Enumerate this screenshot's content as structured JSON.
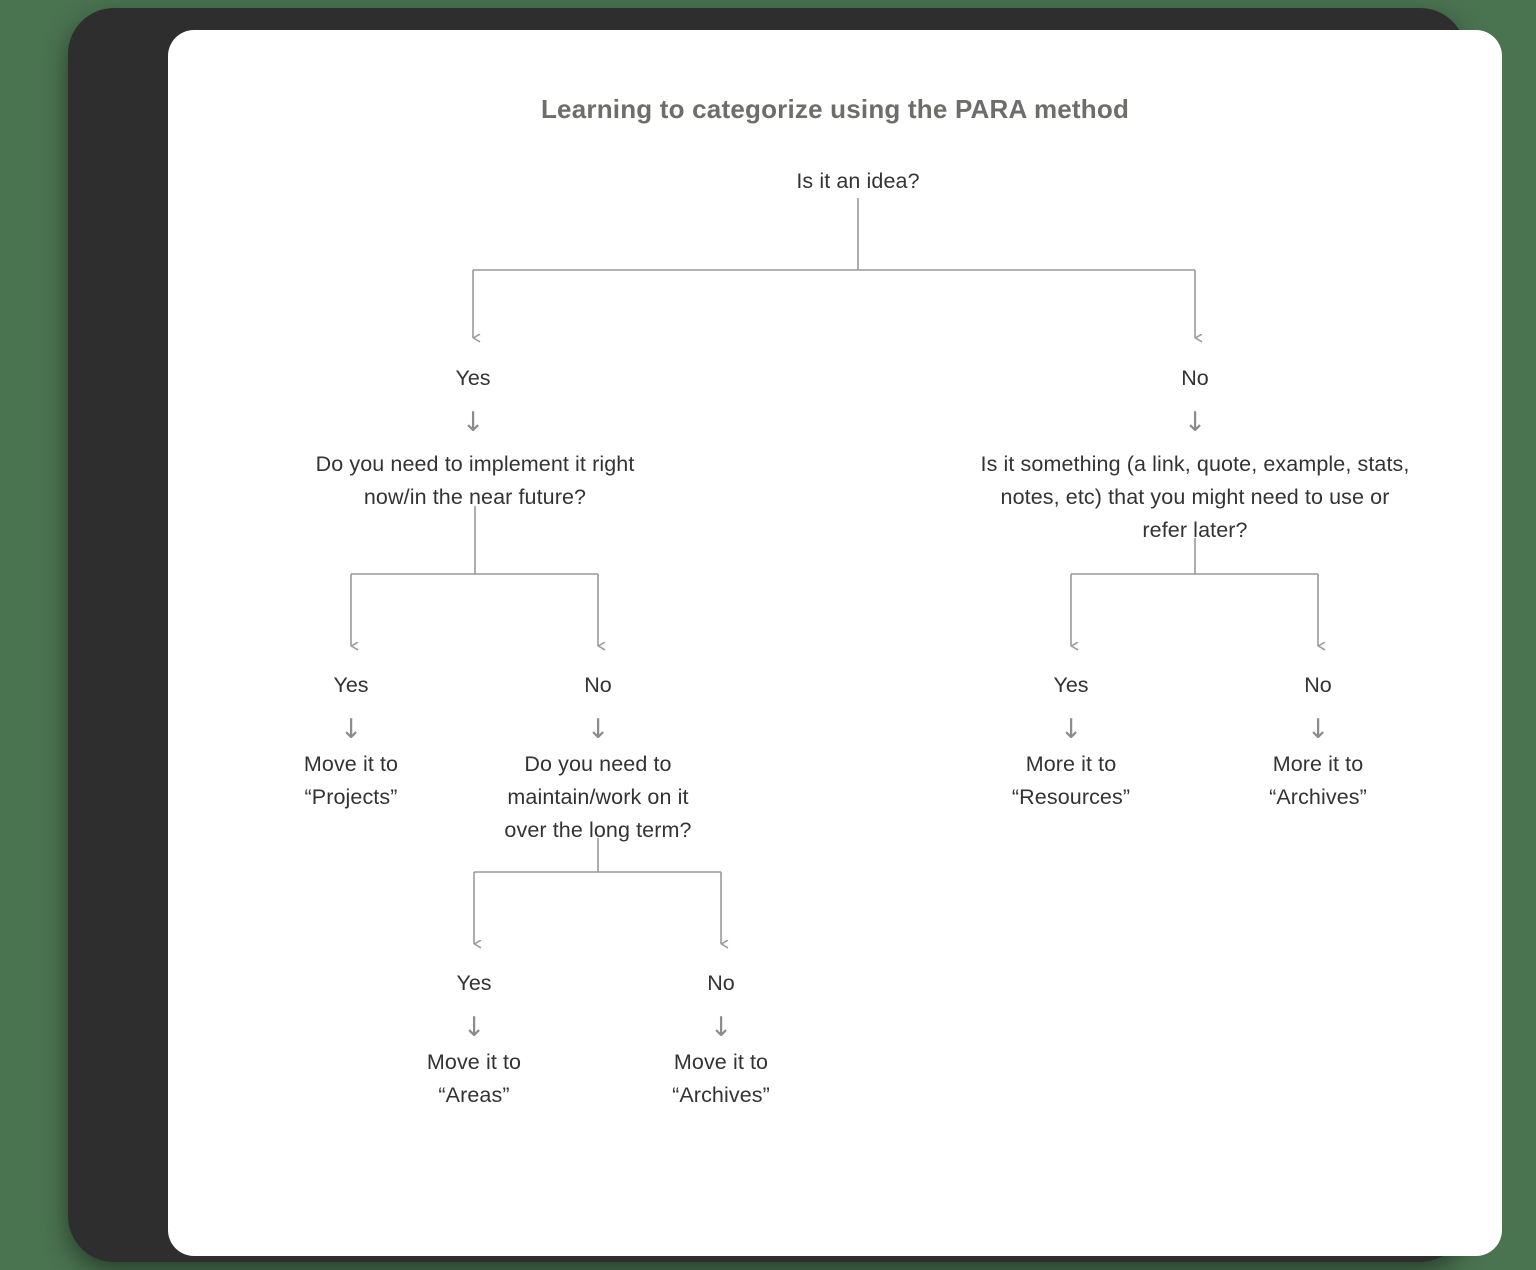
{
  "canvas": {
    "background_color": "#4a7350",
    "frame_color": "#2e2e2e",
    "card_color": "#ffffff",
    "line_color": "#9a9a9a",
    "text_color": "#333333",
    "title_color": "#6d6d69"
  },
  "title": "Learning to categorize using the PARA method",
  "chart_data": {
    "type": "diagram",
    "title": "Learning to categorize using the PARA method",
    "diagram_kind": "decision-tree-flowchart"
  },
  "arrow_glyph": "↓",
  "nodes": {
    "root_question": "Is it an idea?",
    "branch_yes_label": "Yes",
    "branch_no_label": "No",
    "q_implement": "Do you need to implement it right\nnow/in the near future?",
    "q_reference": "Is it something (a link, quote, example, stats,\nnotes, etc) that you might need to use or\nrefer later?",
    "l2_left_yes": "Yes",
    "l2_left_no": "No",
    "l2_right_yes": "Yes",
    "l2_right_no": "No",
    "outcome_projects": "Move it to\n“Projects”",
    "q_maintain": "Do you need to\nmaintain/work on it\nover the long term?",
    "outcome_resources": "More it to\n“Resources”",
    "outcome_archives_right": "More it to\n“Archives”",
    "l3_yes": "Yes",
    "l3_no": "No",
    "outcome_areas": "Move it to\n“Areas”",
    "outcome_archives_bottom": "Move it to\n“Archives”"
  }
}
